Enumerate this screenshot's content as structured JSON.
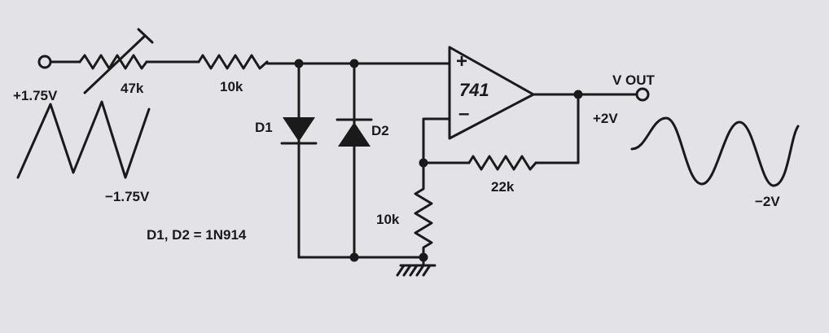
{
  "labels": {
    "input_high": "+1.75V",
    "input_low": "−1.75V",
    "pot": "47k",
    "r_series": "10k",
    "d1": "D1",
    "d2": "D2",
    "diode_note": "D1, D2 = 1N914",
    "opamp": "741",
    "plus": "+",
    "minus": "–",
    "output": "V OUT",
    "out_high": "+2V",
    "out_low": "−2V",
    "r_feedback": "22k",
    "r_ground": "10k"
  },
  "colors": {
    "background": "#e3e2e7",
    "ink": "#1a1a1a"
  }
}
